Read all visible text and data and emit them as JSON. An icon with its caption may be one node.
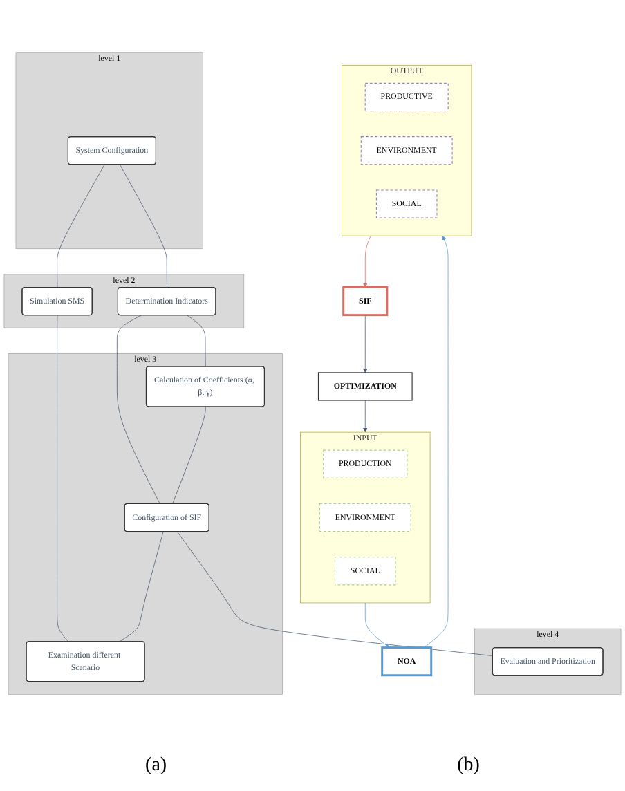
{
  "diagram": {
    "nodes": [
      {
        "text": [
          "level 1"
        ]
      },
      {
        "text": [
          "System Configuration"
        ],
        "in": 0
      },
      {
        "text": [
          "level 2"
        ]
      },
      {
        "text": [
          "Determination Indicators"
        ],
        "in": 2
      },
      {
        "text": [
          "Simulation SMS"
        ],
        "in": 2
      },
      {
        "text": [
          "level 3"
        ]
      },
      {
        "text": [
          "Calculation of Coefficients (α, β, γ)"
        ],
        "in": 5
      },
      {
        "text": [
          "Configuration of SIF"
        ],
        "in": 5
      },
      {
        "text": [
          "Examination different Scenario"
        ],
        "in": 5
      },
      {
        "text": [
          "level 4"
        ]
      },
      {
        "text": [
          "Evaluation and Prioritization"
        ],
        "in": 9
      },
      {
        "text": [
          "INPUT"
        ]
      },
      {
        "text": [
          "PRODUCTION"
        ],
        "in": 11
      },
      {
        "text": [
          "ENVIRONMENT"
        ],
        "in": 11
      },
      {
        "text": [
          "SOCIAL"
        ],
        "in": 11
      },
      {
        "text": [
          "NOA"
        ]
      },
      {
        "text": [
          "OUTPUT"
        ]
      },
      {
        "text": [
          "PRODUCTIVE"
        ],
        "in": 16
      },
      {
        "text": [
          "ENVIRONMENT"
        ],
        "in": 16
      },
      {
        "text": [
          "SOCIAL"
        ],
        "in": 16
      },
      {
        "text": [
          "SIF"
        ]
      },
      {
        "text": [
          "OPTIMIZATION"
        ]
      }
    ],
    "edges": [
      {
        "from": 1,
        "to": 3,
        "arrow": "none"
      },
      {
        "from": 1,
        "to": 4,
        "arrow": "none"
      },
      {
        "from": 3,
        "to": 6,
        "arrow": "none"
      },
      {
        "from": 3,
        "to": 7,
        "arrow": "none"
      },
      {
        "from": 4,
        "to": 8,
        "arrow": "none"
      },
      {
        "from": 6,
        "to": 7,
        "arrow": "none"
      },
      {
        "from": 7,
        "to": 8,
        "arrow": "none"
      },
      {
        "from": 7,
        "to": 10,
        "arrow": "none"
      },
      {
        "from": 11,
        "to": 15,
        "arrow": "to",
        "color": "#5b9bd5"
      },
      {
        "from": 15,
        "to": 16,
        "arrow": "to",
        "color": "#5b9bd5"
      },
      {
        "from": 16,
        "to": 20,
        "arrow": "to",
        "color": "#e06b5f"
      },
      {
        "from": 20,
        "to": 21,
        "arrow": "to"
      },
      {
        "from": 21,
        "to": 11,
        "arrow": "to"
      }
    ],
    "labels": [
      "(a)",
      "(b)"
    ]
  }
}
